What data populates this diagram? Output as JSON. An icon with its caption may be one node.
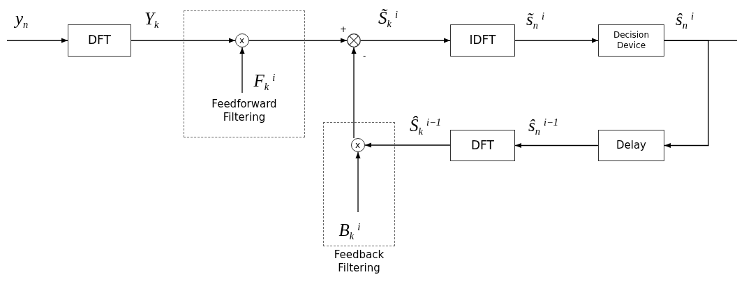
{
  "diagram": {
    "nodes": [
      {
        "text": [
          "Feedforward Filtering"
        ]
      },
      {
        "text": [
          "DFT"
        ]
      },
      {
        "text": [
          "x"
        ],
        "in": 0
      },
      {
        "text": [
          "F$_{k}$$^{i}$"
        ],
        "in": 0
      },
      {
        "text": [],
        "shape": "circle"
      },
      {
        "text": [
          "IDFT"
        ]
      },
      {
        "text": [
          "Decision Device"
        ]
      },
      {
        "text": [
          "Delay"
        ]
      },
      {
        "text": [
          "DFT"
        ]
      },
      {
        "text": [
          "Feedback Filtering"
        ]
      },
      {
        "text": [
          "x"
        ],
        "in": 9
      },
      {
        "text": [
          "B$_{k}$$^{i}$"
        ],
        "in": 9
      }
    ],
    "edges": [
      {
        "from": null,
        "to": 1,
        "arrow": "to",
        "label": "y$_{n}$"
      },
      {
        "from": 1,
        "to": 2,
        "arrow": "to",
        "label": "Y$_{k}$"
      },
      {
        "from": 3,
        "to": 2,
        "arrow": "to"
      },
      {
        "from": 2,
        "to": 4,
        "arrow": "to"
      },
      {
        "from": 4,
        "to": 5,
        "arrow": "to",
        "label": "S̃$_{k}$$^{i}$"
      },
      {
        "from": 5,
        "to": 6,
        "arrow": "to",
        "label": "s̃$_{n}$$^{i}$"
      },
      {
        "from": 6,
        "to": null,
        "arrow": "none",
        "label": "ŝ$_{n}$$^{i}$"
      },
      {
        "from": 6,
        "to": 7,
        "arrow": "to"
      },
      {
        "from": 7,
        "to": 8,
        "arrow": "to",
        "label": "ŝ$_{n}$$^{i−1}$"
      },
      {
        "from": 8,
        "to": 10,
        "arrow": "to",
        "label": "Ŝ$_{k}$$^{i−1}$"
      },
      {
        "from": 11,
        "to": 10,
        "arrow": "to"
      },
      {
        "from": 10,
        "to": 4,
        "arrow": "to"
      }
    ],
    "labels": [
      "+",
      "-"
    ]
  }
}
